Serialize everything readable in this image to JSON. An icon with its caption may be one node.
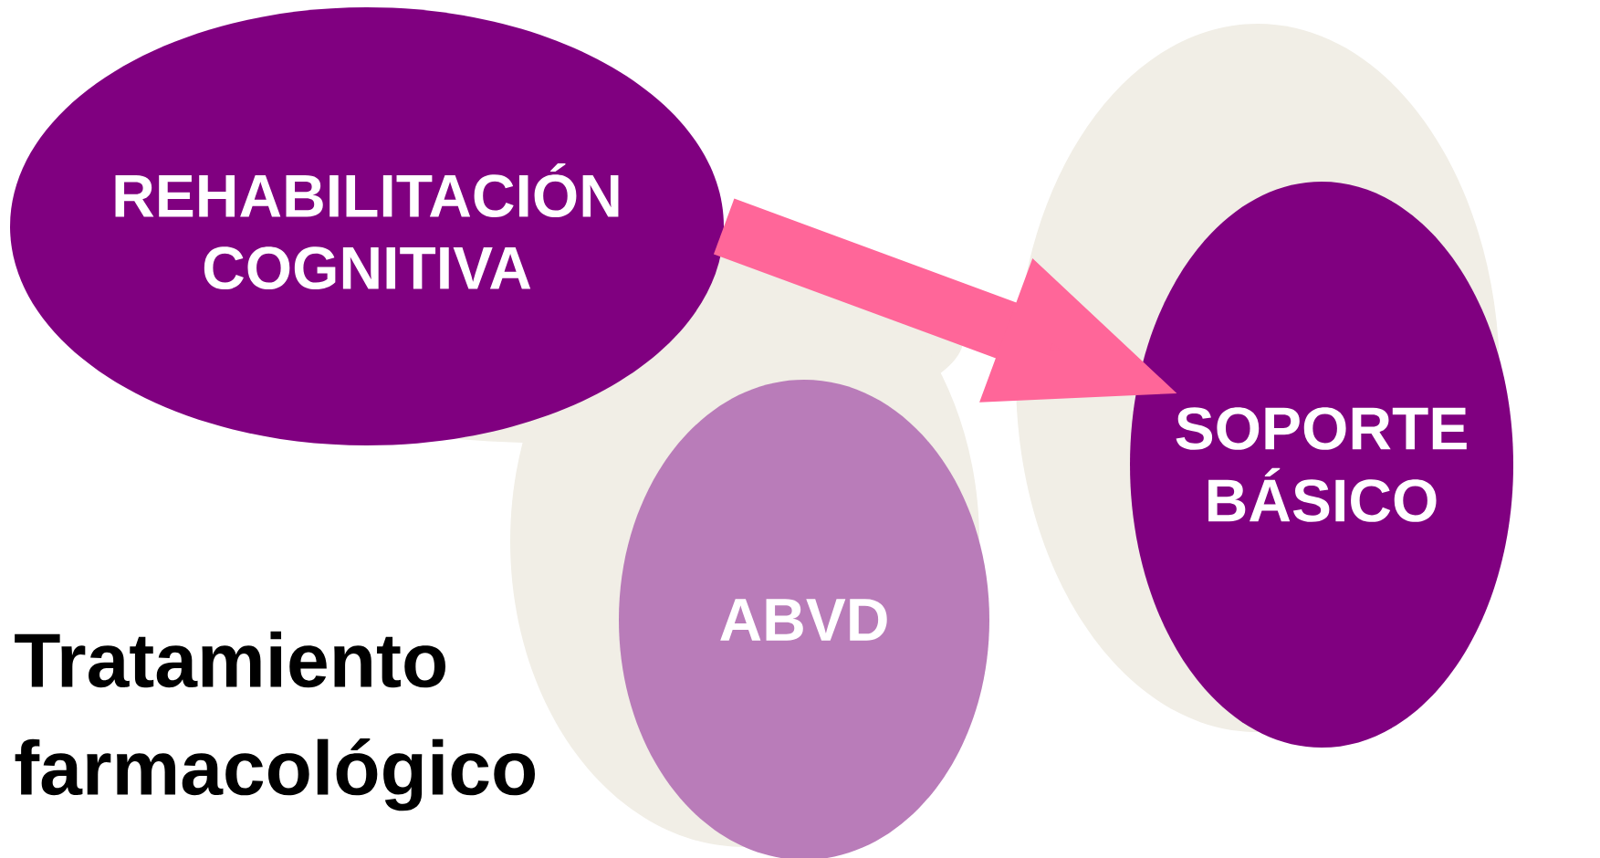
{
  "diagram": {
    "nodes": [
      {
        "text": [
          "REHABILITACIÓN COGNITIVA"
        ]
      },
      {
        "text": [
          "SOPORTE BÁSICO"
        ]
      },
      {
        "text": [
          "ABVD"
        ]
      }
    ],
    "edges": [
      {
        "from": 0,
        "to": 1,
        "arrow": "to"
      }
    ],
    "labels": [
      "Tratamiento farmacológico"
    ]
  }
}
